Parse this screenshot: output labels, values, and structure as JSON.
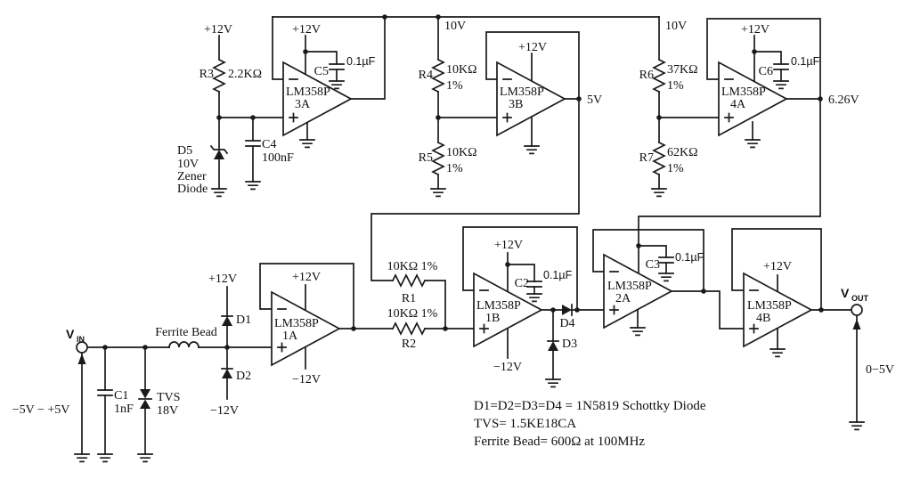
{
  "power_rail": {
    "label_left": "10V",
    "label_right": "10V"
  },
  "stage_3a": {
    "r3_supply": "+12V",
    "r3": "R3",
    "r3_value": "2.2KΩ",
    "d5_name": "D5",
    "d5_l2": "10V",
    "d5_l3": "Zener",
    "d5_l4": "Diode",
    "c4": "C4",
    "c4_value": "100nF",
    "opamp": "LM358P",
    "designator": "3A",
    "supply": "+12V",
    "c5": "C5",
    "c5_value": "0.1µF"
  },
  "stage_3b": {
    "r4": "R4",
    "r4_value": "10KΩ",
    "r4_tol": "1%",
    "r5": "R5",
    "r5_value": "10KΩ",
    "r5_tol": "1%",
    "opamp": "LM358P",
    "designator": "3B",
    "supply": "+12V",
    "output": "5V"
  },
  "stage_4a": {
    "r6": "R6",
    "r6_value": "37KΩ",
    "r6_tol": "1%",
    "r7": "R7",
    "r7_value": "62KΩ",
    "r7_tol": "1%",
    "opamp": "LM358P",
    "designator": "4A",
    "supply": "+12V",
    "c6": "C6",
    "c6_value": "0.1µF",
    "output": "6.26V"
  },
  "input": {
    "vin": "V",
    "vin_sub": "IN",
    "range": "−5V − +5V",
    "c1": "C1",
    "c1_value": "1nF",
    "tvs": "TVS",
    "tvs_value": "18V",
    "ferrite": "Ferrite Bead",
    "d1": "D1",
    "d2": "D2",
    "clamp_pos": "+12V",
    "clamp_neg": "−12V"
  },
  "stage_1a": {
    "opamp": "LM358P",
    "designator": "1A",
    "supply_pos": "+12V",
    "supply_neg": "−12V"
  },
  "resistors": {
    "r1": "R1",
    "r1_value": "10KΩ 1%",
    "r2": "R2",
    "r2_value": "10KΩ 1%"
  },
  "stage_1b": {
    "opamp": "LM358P",
    "designator": "1B",
    "supply_pos": "+12V",
    "supply_neg": "−12V",
    "c2": "C2",
    "c2_value": "0.1µF",
    "d4": "D4",
    "d3": "D3"
  },
  "stage_2a": {
    "opamp": "LM358P",
    "designator": "2A",
    "c3": "C3",
    "c3_value": "0.1µF"
  },
  "stage_4b": {
    "opamp": "LM358P",
    "designator": "4B",
    "supply": "+12V"
  },
  "output": {
    "vout": "V",
    "vout_sub": "OUT",
    "range": "0−5V"
  },
  "notes": [
    "D1=D2=D3=D4 = 1N5819 Schottky Diode",
    "TVS= 1.5KE18CA",
    "Ferrite Bead= 600Ω at 100MHz"
  ]
}
